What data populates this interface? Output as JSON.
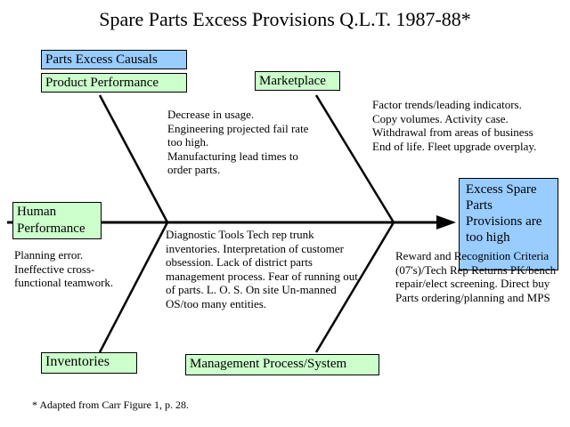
{
  "diagram": {
    "title": "Spare Parts Excess Provisions Q.L.T. 1987-88*",
    "header_box": "Parts Excess Causals",
    "effect": "Excess Spare Parts Provisions are too high",
    "categories": {
      "product_performance": "Product Performance",
      "marketplace": "Marketplace",
      "human_performance": "Human Performance",
      "inventories": "Inventories",
      "management_process": "Management Process/System"
    },
    "causes": {
      "product_performance": "Decrease in usage.\nEngineering projected fail rate too high.\nManufacturing lead times to order parts.",
      "marketplace": "Factor trends/leading indicators.  Copy volumes. Activity case.  Withdrawal from areas of business End of life.  Fleet upgrade overplay.",
      "human_performance": "Planning error.\nIneffective cross-functional teamwork.",
      "inventories": "Diagnostic Tools Tech rep trunk inventories. Interpretation of customer obsession.  Lack of district parts management process.  Fear of running out of parts.  L. O. S.  On site Un-manned OS/too many entities.",
      "management_process": "Reward and Recognition Criteria (07's)/Tech Rep Returns PK/bench repair/elect screening.  Direct buy Parts ordering/planning and MPS"
    },
    "footnote": "* Adapted from Carr Figure 1, p. 28."
  }
}
